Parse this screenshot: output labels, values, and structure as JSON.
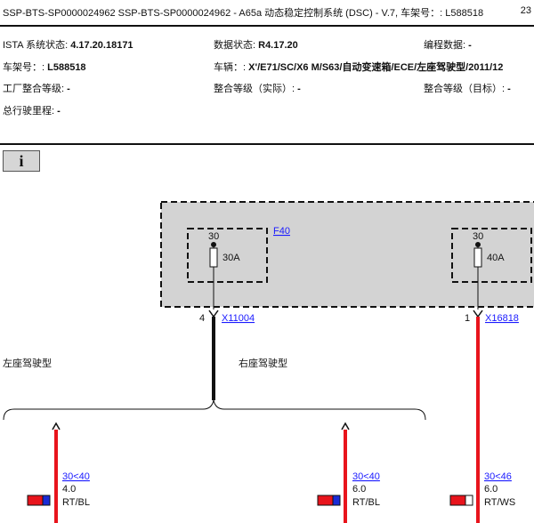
{
  "header": {
    "title": "SSP-BTS-SP0000024962 SSP-BTS-SP0000024962 - A65a 动态稳定控制系统 (DSC) - V.7, 车架号：: L588518",
    "page_number": "23"
  },
  "info": {
    "ista_label": "ISTA 系统状态: ",
    "ista_value": "4.17.20.18171",
    "data_status_label": "数据状态: ",
    "data_status_value": "R4.17.20",
    "programming_label": "编程数据: ",
    "programming_value": "-",
    "vin_label": "车架号：: ",
    "vin_value": "L588518",
    "vehicle_label": "车辆：: ",
    "vehicle_value": "X'/E71/SC/X6 M/S63/自动变速箱/ECE/左座驾驶型/2011/12",
    "factory_level_label": "工厂整合等级: ",
    "factory_level_value": "-",
    "actual_level_label": "整合等级（实际）: ",
    "actual_level_value": "-",
    "target_level_label": "整合等级（目标）: ",
    "target_level_value": "-",
    "mileage_label": "总行驶里程: ",
    "mileage_value": "-"
  },
  "info_button": {
    "glyph": "i"
  },
  "diagram": {
    "fuse_block_name": "F40",
    "fuse_left": {
      "terminal": "30",
      "rating": "30A"
    },
    "fuse_right": {
      "terminal": "30",
      "rating": "40A"
    },
    "connector_left": {
      "pin": "4",
      "name": "X11004"
    },
    "connector_right": {
      "pin": "1",
      "name": "X16818"
    },
    "variant_left": "左座驾驶型",
    "variant_right": "右座驾驶型",
    "wires": [
      {
        "ref": "30<40",
        "gauge": "4.0",
        "color": "RT/BL",
        "swatch": [
          "#e8141c",
          "#1a2bd6"
        ]
      },
      {
        "ref": "30<40",
        "gauge": "6.0",
        "color": "RT/BL",
        "swatch": [
          "#e8141c",
          "#1a2bd6"
        ]
      },
      {
        "ref": "30<46",
        "gauge": "6.0",
        "color": "RT/WS",
        "swatch": [
          "#e8141c",
          "#ffffff"
        ]
      }
    ]
  }
}
